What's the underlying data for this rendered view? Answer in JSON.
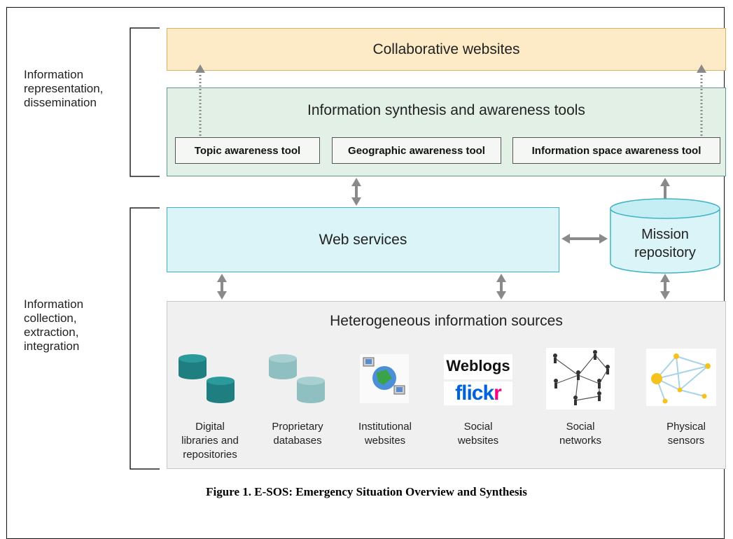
{
  "side_labels": {
    "top": [
      "Information",
      "representation,",
      "dissemination"
    ],
    "bottom": [
      "Information",
      "collection,",
      "extraction,",
      "integration"
    ]
  },
  "layers": {
    "collaborative": "Collaborative websites",
    "synthesis": "Information synthesis and awareness tools",
    "tools": [
      "Topic awareness tool",
      "Geographic awareness tool",
      "Information space awareness tool"
    ],
    "web_services": "Web services",
    "repository": [
      "Mission",
      "repository"
    ],
    "sources_title": "Heterogeneous information sources"
  },
  "sources": [
    {
      "lines": [
        "Digital",
        "libraries and",
        "repositories"
      ],
      "icon": "database-icon"
    },
    {
      "lines": [
        "Proprietary",
        "databases"
      ],
      "icon": "database-icon"
    },
    {
      "lines": [
        "Institutional",
        "websites"
      ],
      "icon": "globe-network-icon"
    },
    {
      "lines": [
        "Social",
        "websites"
      ],
      "icon": "weblogs-flickr-icon"
    },
    {
      "lines": [
        "Social",
        "networks"
      ],
      "icon": "people-network-icon"
    },
    {
      "lines": [
        "Physical",
        "sensors"
      ],
      "icon": "sensor-network-icon"
    }
  ],
  "logos": {
    "weblogs": "Weblogs",
    "flickr_a": "flick",
    "flickr_b": "r"
  },
  "caption": "Figure 1. E-SOS: Emergency Situation Overview and Synthesis",
  "colors": {
    "collab_fill": "#fdebc8",
    "collab_border": "#e0b060",
    "synthesis_fill": "#e3f0e6",
    "synthesis_border": "#5a9a90",
    "web_fill": "#daf4f8",
    "web_border": "#3fb3c5",
    "sources_fill": "#f0f0f0",
    "sources_border": "#c8c8c8",
    "arrow": "#8a8a8a",
    "db_dark": "#1f7f80",
    "db_light": "#8fbfc0"
  }
}
